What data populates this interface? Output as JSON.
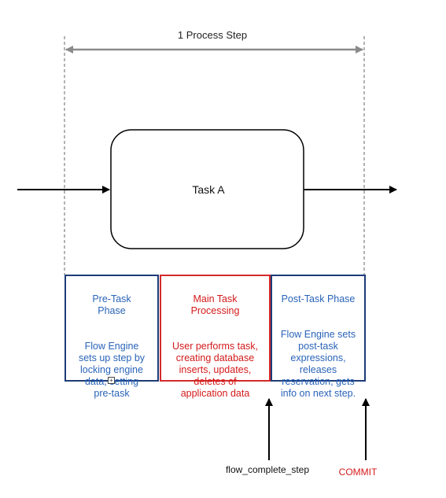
{
  "span": {
    "label": "1 Process Step"
  },
  "task": {
    "label": "Task A"
  },
  "phases": [
    {
      "title": "Pre-Task\nPhase",
      "description": "Flow Engine\nsets up step by\nlocking engine\ndata, setting\npre-task"
    },
    {
      "title": "Main Task\nProcessing",
      "description": "User performs task,\ncreating database\ninserts, updates,\ndeletes of\napplication data"
    },
    {
      "title": "Post-Task Phase",
      "description": "Flow Engine sets\npost-task\nexpressions,\nreleases\nreservation, gets\ninfo on next step."
    }
  ],
  "markers": {
    "flow_complete": "flow_complete_step",
    "commit": "COMMIT"
  },
  "colors": {
    "blue_border": "#1d3b78",
    "blue_text": "#2a64b8",
    "red": "#d41a1a",
    "gray_line": "#9a9a9a"
  }
}
